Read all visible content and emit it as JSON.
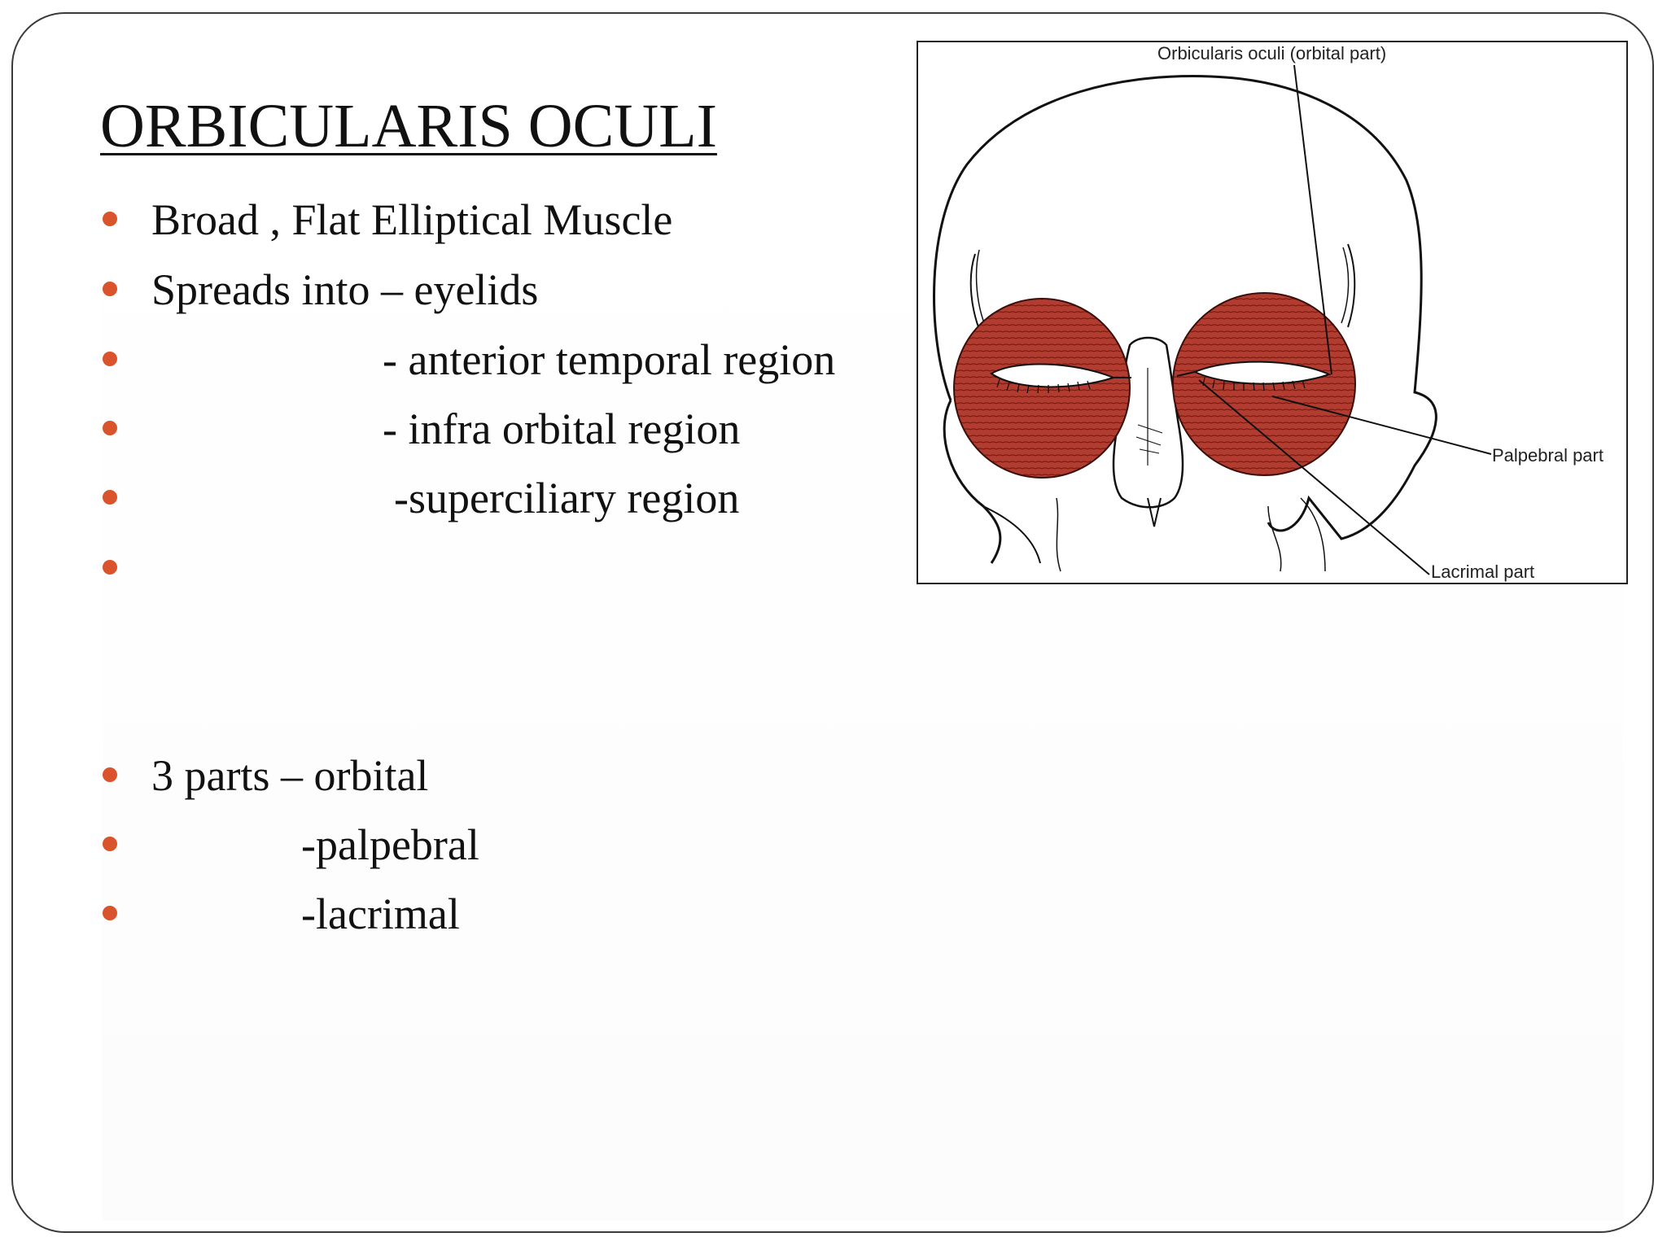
{
  "slide": {
    "title": "ORBICULARIS OCULI",
    "bullets": [
      {
        "text": "Broad , Flat Elliptical Muscle"
      },
      {
        "text": "Spreads into – eyelids"
      },
      {
        "text": "- anterior temporal region"
      },
      {
        "text": "- infra orbital region"
      },
      {
        "text": "-superciliary region"
      },
      {
        "text": ""
      },
      {
        "text": "3 parts – orbital"
      },
      {
        "text": "-palpebral"
      },
      {
        "text": "-lacrimal"
      }
    ],
    "bullet_color": "#d9532c"
  },
  "figure": {
    "labels": {
      "orbital": "Orbicularis oculi (orbital part)",
      "palpebral": "Palpebral part",
      "lacrimal": "Lacrimal part"
    },
    "muscle_color": "#a8362c"
  }
}
